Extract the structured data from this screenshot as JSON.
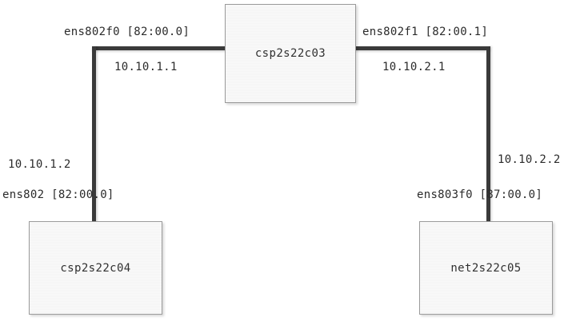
{
  "diagram": {
    "type": "network-topology",
    "background_color": "#ffffff",
    "link_color": "#3a3a3a",
    "node_border_color": "#9a9a9a",
    "text_color": "#2b2b2b"
  },
  "nodes": [
    {
      "id": "csp2s22c03",
      "label": "csp2s22c03",
      "role": "switch-host-top"
    },
    {
      "id": "csp2s22c04",
      "label": "csp2s22c04",
      "role": "host-bottom-left"
    },
    {
      "id": "net2s22c05",
      "label": "net2s22c05",
      "role": "host-bottom-right"
    }
  ],
  "links": [
    {
      "id": "link-left",
      "from": "csp2s22c03",
      "to": "csp2s22c04",
      "endpoints": {
        "source": {
          "interface": "ens802f0 [82:00.0]",
          "ip": "10.10.1.1"
        },
        "target": {
          "interface": "ens802 [82:00.0]",
          "ip": "10.10.1.2"
        }
      }
    },
    {
      "id": "link-right",
      "from": "csp2s22c03",
      "to": "net2s22c05",
      "endpoints": {
        "source": {
          "interface": "ens802f1 [82:00.1]",
          "ip": "10.10.2.1"
        },
        "target": {
          "interface": "ens803f0 [87:00.0]",
          "ip": "10.10.2.2"
        }
      }
    }
  ],
  "labels": {
    "iface_c03_left": "ens802f0 [82:00.0]",
    "ip_c03_left": "10.10.1.1",
    "iface_c03_right": "ens802f1 [82:00.1]",
    "ip_c03_right": "10.10.2.1",
    "ip_c04": "10.10.1.2",
    "iface_c04": "ens802 [82:00.0]",
    "ip_net05": "10.10.2.2",
    "iface_net05": "ens803f0 [87:00.0]"
  }
}
